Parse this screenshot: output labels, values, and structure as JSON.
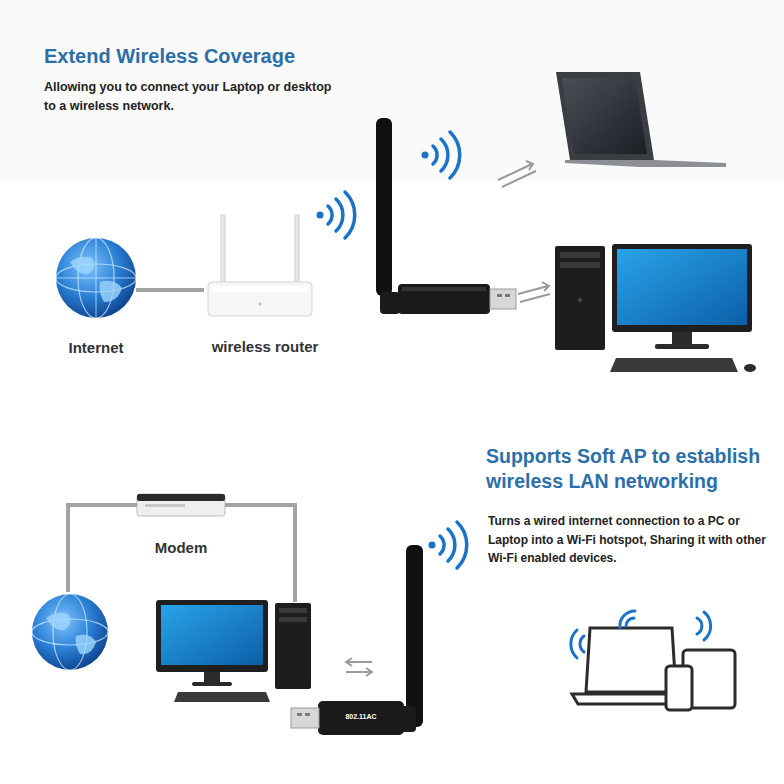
{
  "diagram": {
    "nodes": [
      {
        "text": [
          "Internet"
        ]
      },
      {
        "text": [
          "wireless router"
        ]
      },
      {
        "text": [
          "Modem"
        ]
      }
    ],
    "edges": [
      {
        "from": 0,
        "to": 1,
        "arrow": "none"
      }
    ],
    "labels": [
      "Extend Wireless Coverage",
      "Allowing you to connect your Laptop or desktop to a wireless network.",
      "Supports Soft AP to establish wireless LAN networking",
      "Turns a wired internet connection to a PC or Laptop into a Wi-Fi hotspot, Sharing it with other Wi-Fi enabled devices.",
      "802.11AC"
    ]
  }
}
